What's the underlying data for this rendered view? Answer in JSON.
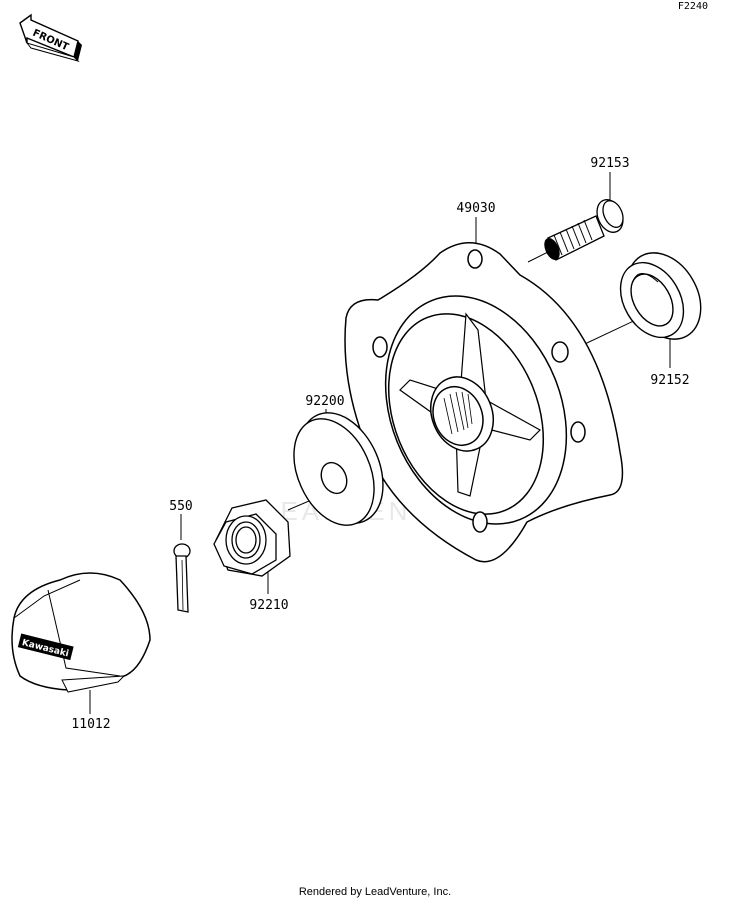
{
  "diagram": {
    "page_code": "F2240",
    "front_label": "FRONT",
    "watermark": "LEADVENTURE",
    "nut_brand": "Kawasaki",
    "parts": [
      {
        "number": "92153"
      },
      {
        "number": "49030"
      },
      {
        "number": "92152"
      },
      {
        "number": "92200"
      },
      {
        "number": "550"
      },
      {
        "number": "92210"
      },
      {
        "number": "11012"
      }
    ]
  },
  "footer": {
    "credit": "Rendered by LeadVenture, Inc."
  }
}
